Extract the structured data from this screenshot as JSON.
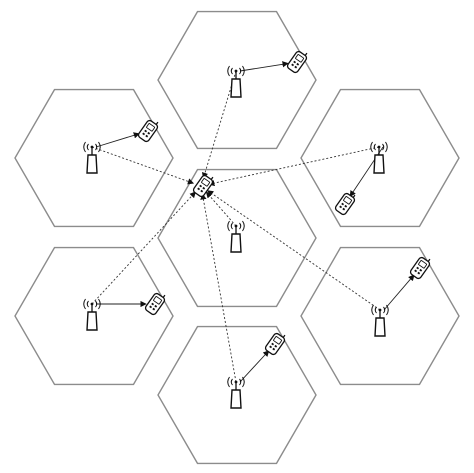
{
  "colors": {
    "background": "#ffffff",
    "cell_border": "#8c8c8c",
    "ink": "#111111"
  },
  "icons": {
    "base_station": "cell-tower-antenna-icon",
    "mobile": "mobile-phone-icon"
  },
  "cells": [
    "center",
    "top",
    "upper-left",
    "upper-right",
    "lower-left",
    "lower-right",
    "bottom"
  ],
  "links": {
    "serving": [
      "top",
      "upper-left",
      "upper-right",
      "lower-left",
      "lower-right",
      "bottom"
    ],
    "interference": [
      "top",
      "upper-left",
      "upper-right",
      "lower-left",
      "lower-right",
      "bottom",
      "center"
    ]
  }
}
